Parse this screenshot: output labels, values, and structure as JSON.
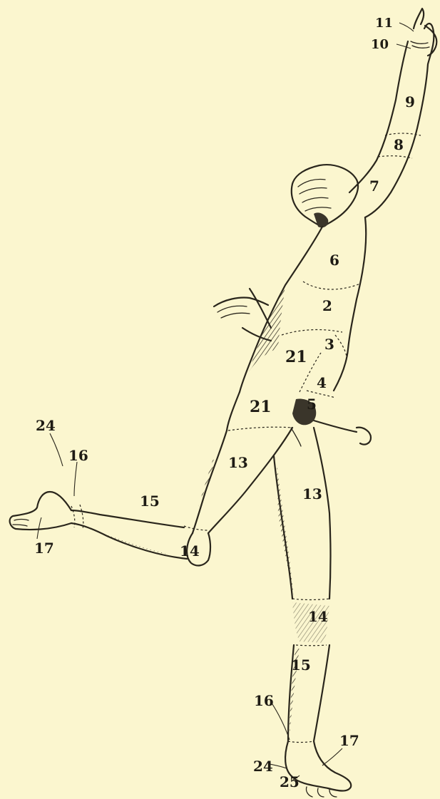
{
  "colors": {
    "background": "#fbf6cf",
    "ink": "#2a261c"
  },
  "labels": {
    "l2": "2",
    "l3": "3",
    "l4": "4",
    "l5": "5",
    "l6": "6",
    "l7": "7",
    "l8": "8",
    "l9": "9",
    "l10": "10",
    "l11": "11",
    "l13_thigh_left": "13",
    "l13_thigh_right": "13",
    "l14_knee_left": "14",
    "l14_knee_right": "14",
    "l15_shin_left": "15",
    "l15_shin_right": "15",
    "l16_ankle_left": "16",
    "l16_ankle_right": "16",
    "l17_foot_left": "17",
    "l17_foot_right": "17",
    "l21_upper": "21",
    "l21_lower": "21",
    "l24_heel_left": "24",
    "l24_heel_right": "24",
    "l25": "25"
  }
}
